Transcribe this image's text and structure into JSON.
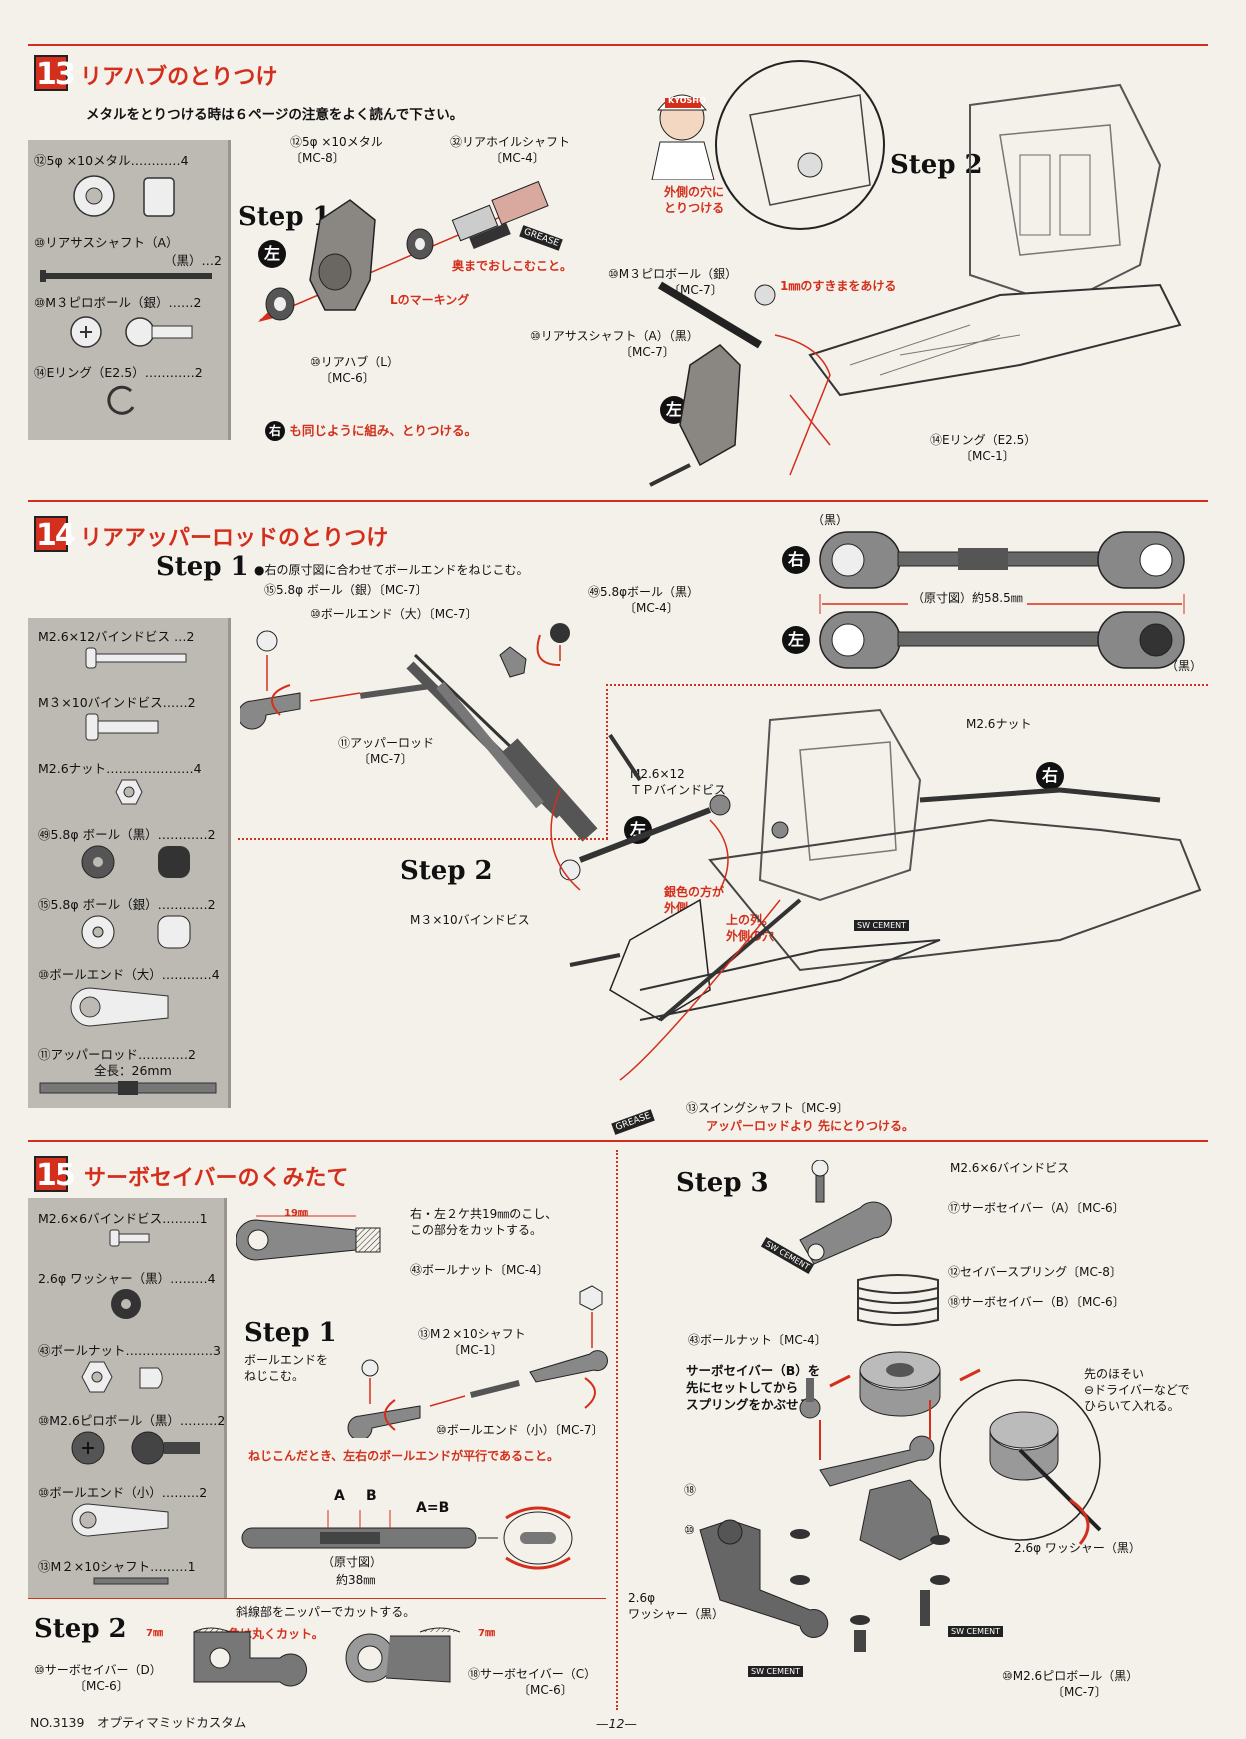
{
  "page": {
    "number": "—12—",
    "footer": "NO.3139　オプティマミッドカスタム"
  },
  "colors": {
    "accent": "#d32f1c",
    "panel": "#bdbab3"
  },
  "s13": {
    "num": "13",
    "title": "リアハブのとりつけ",
    "notice": "メタルをとりつける時は６ページの注意をよく読んで下さい。",
    "parts": [
      {
        "name": "⑫5φ ×10メタル",
        "qty": "4"
      },
      {
        "name": "⑩リアサスシャフト（A）",
        "qty": "（黒）…2"
      },
      {
        "name": "⑩M３ピロボール（銀）",
        "qty": "2"
      },
      {
        "name": "⑭Eリング（E2.5）",
        "qty": "2"
      }
    ],
    "step1": "Step 1",
    "step2": "Step 2",
    "left": "左",
    "labels": {
      "metal": "⑫5φ ×10メタル",
      "metal_mc": "〔MC-8〕",
      "wheelshaft": "㉜リアホイルシャフト",
      "wheelshaft_mc": "〔MC-4〕",
      "push": "奥までおしこむこと。",
      "marking": "Lのマーキング",
      "hub": "⑩リアハブ（L）",
      "hub_mc": "〔MC-6〕",
      "same": "も同じように組み、とりつける。",
      "right": "右",
      "outer1": "外側の穴に",
      "outer2": "とりつける",
      "pillow": "⑩M３ピロボール（銀）",
      "pillow_mc": "〔MC-7〕",
      "gap": "1㎜のすきまをあける",
      "susshaft": "⑩リアサスシャフト（A）（黒）",
      "susshaft_mc": "〔MC-7〕",
      "ering": "⑭Eリング（E2.5）",
      "ering_mc": "〔MC-1〕",
      "grease": "GREASE",
      "kyosho": "KYOSHO"
    }
  },
  "s14": {
    "num": "14",
    "title": "リアアッパーロッドのとりつけ",
    "parts": [
      {
        "name": "M2.6×12バインドビス",
        "qty": "2"
      },
      {
        "name": "M３×10バインドビス",
        "qty": "2"
      },
      {
        "name": "M2.6ナット",
        "qty": "4"
      },
      {
        "name": "㊾5.8φ ボール（黒）",
        "qty": "2"
      },
      {
        "name": "⑮5.8φ ボール（銀）",
        "qty": "2"
      },
      {
        "name": "⑩ボールエンド（大）",
        "qty": "4"
      },
      {
        "name": "⑪アッパーロッド",
        "qty": "2"
      }
    ],
    "rod_length": "全長：26mm",
    "step1": "Step 1",
    "step2": "Step 2",
    "labels": {
      "instruction": "●右の原寸図に合わせてボールエンドをねじこむ。",
      "silverball": "⑮5.8φ ボール（銀）〔MC-7〕",
      "ballend": "⑩ボールエンド（大）〔MC-7〕",
      "blackball": "㊾5.8φボール（黒）",
      "blackball_mc": "〔MC-4〕",
      "upperrod": "⑪アッパーロッド",
      "upperrod_mc": "〔MC-7〕",
      "black1": "（黒）",
      "black2": "（黒）",
      "right": "右",
      "left": "左",
      "dimension": "（原寸図）約58.5㎜",
      "nut": "M2.6ナット",
      "screw12": "M2.6×12",
      "tpbind": "ＴＰバインドビス",
      "silver_outside1": "銀色の方が",
      "silver_outside2": "外側",
      "upper_row1": "上の列。",
      "upper_row2": "外側の穴",
      "m3screw": "M３×10バインドビス",
      "swcement": "SW CEMENT",
      "swingshaft": "⑬スイングシャフト〔MC-9〕",
      "before": "アッパーロッドより 先にとりつける。",
      "grease": "GREASE"
    }
  },
  "s15": {
    "num": "15",
    "title": "サーボセイバーのくみたて",
    "parts": [
      {
        "name": "M2.6×6バインドビス",
        "qty": "1"
      },
      {
        "name": "2.6φ ワッシャー（黒）",
        "qty": "4"
      },
      {
        "name": "㊸ボールナット",
        "qty": "3"
      },
      {
        "name": "⑩M2.6ピロボール（黒）",
        "qty": "2"
      },
      {
        "name": "⑩ボールエンド（小）",
        "qty": "2"
      },
      {
        "name": "⑬M２×10シャフト",
        "qty": "1"
      }
    ],
    "step1": "Step 1",
    "step2": "Step 2",
    "step3": "Step 3",
    "labels": {
      "cut19": "19㎜",
      "cut_note1": "右・左２ケ共19㎜のこし、",
      "cut_note2": "この部分をカットする。",
      "ballnut": "㊸ボールナット〔MC-4〕",
      "m2shaft": "⑬M２×10シャフト",
      "m2shaft_mc": "〔MC-1〕",
      "screwin1": "ボールエンドを",
      "screwin2": "ねじこむ。",
      "smallend": "⑩ボールエンド（小）〔MC-7〕",
      "parallel": "ねじこんだとき、左右のボールエンドが平行であること。",
      "a": "A",
      "b": "B",
      "aeqb": "A=B",
      "fullsize": "（原寸図）",
      "len38": "約38㎜",
      "nipper": "斜線部をニッパーでカットする。",
      "mm7a": "7㎜",
      "mm7b": "7㎜",
      "round": "角は丸くカット。",
      "saverD": "⑩サーボセイバー（D）",
      "saverD_mc": "〔MC-6〕",
      "saverC": "⑱サーボセイバー（C）",
      "saverC_mc": "〔MC-6〕",
      "s3_bind": "M2.6×6バインドビス",
      "s3_saverA": "⑰サーボセイバー（A）〔MC-6〕",
      "s3_spring": "⑫セイバースプリング〔MC-8〕",
      "s3_saverB": "⑱サーボセイバー（B）〔MC-6〕",
      "s3_ballnut": "㊸ボールナット〔MC-4〕",
      "s3_note1": "サーボセイバー（B）を",
      "s3_note2": "先にセットしてから",
      "s3_note3": "スプリングをかぶせる。",
      "s3_driver1": "先のほそい",
      "s3_driver2": "⊖ドライバーなどで",
      "s3_driver3": "ひらいて入れる。",
      "s3_89": "⑱",
      "s3_90": "⑩",
      "s3_washer_r": "2.6φ ワッシャー（黒）",
      "s3_washer_l1": "2.6φ",
      "s3_washer_l2": "ワッシャー（黒）",
      "s3_pillow": "⑩M2.6ピロボール（黒）",
      "s3_pillow_mc": "〔MC-7〕",
      "swcement": "SW CEMENT"
    }
  }
}
